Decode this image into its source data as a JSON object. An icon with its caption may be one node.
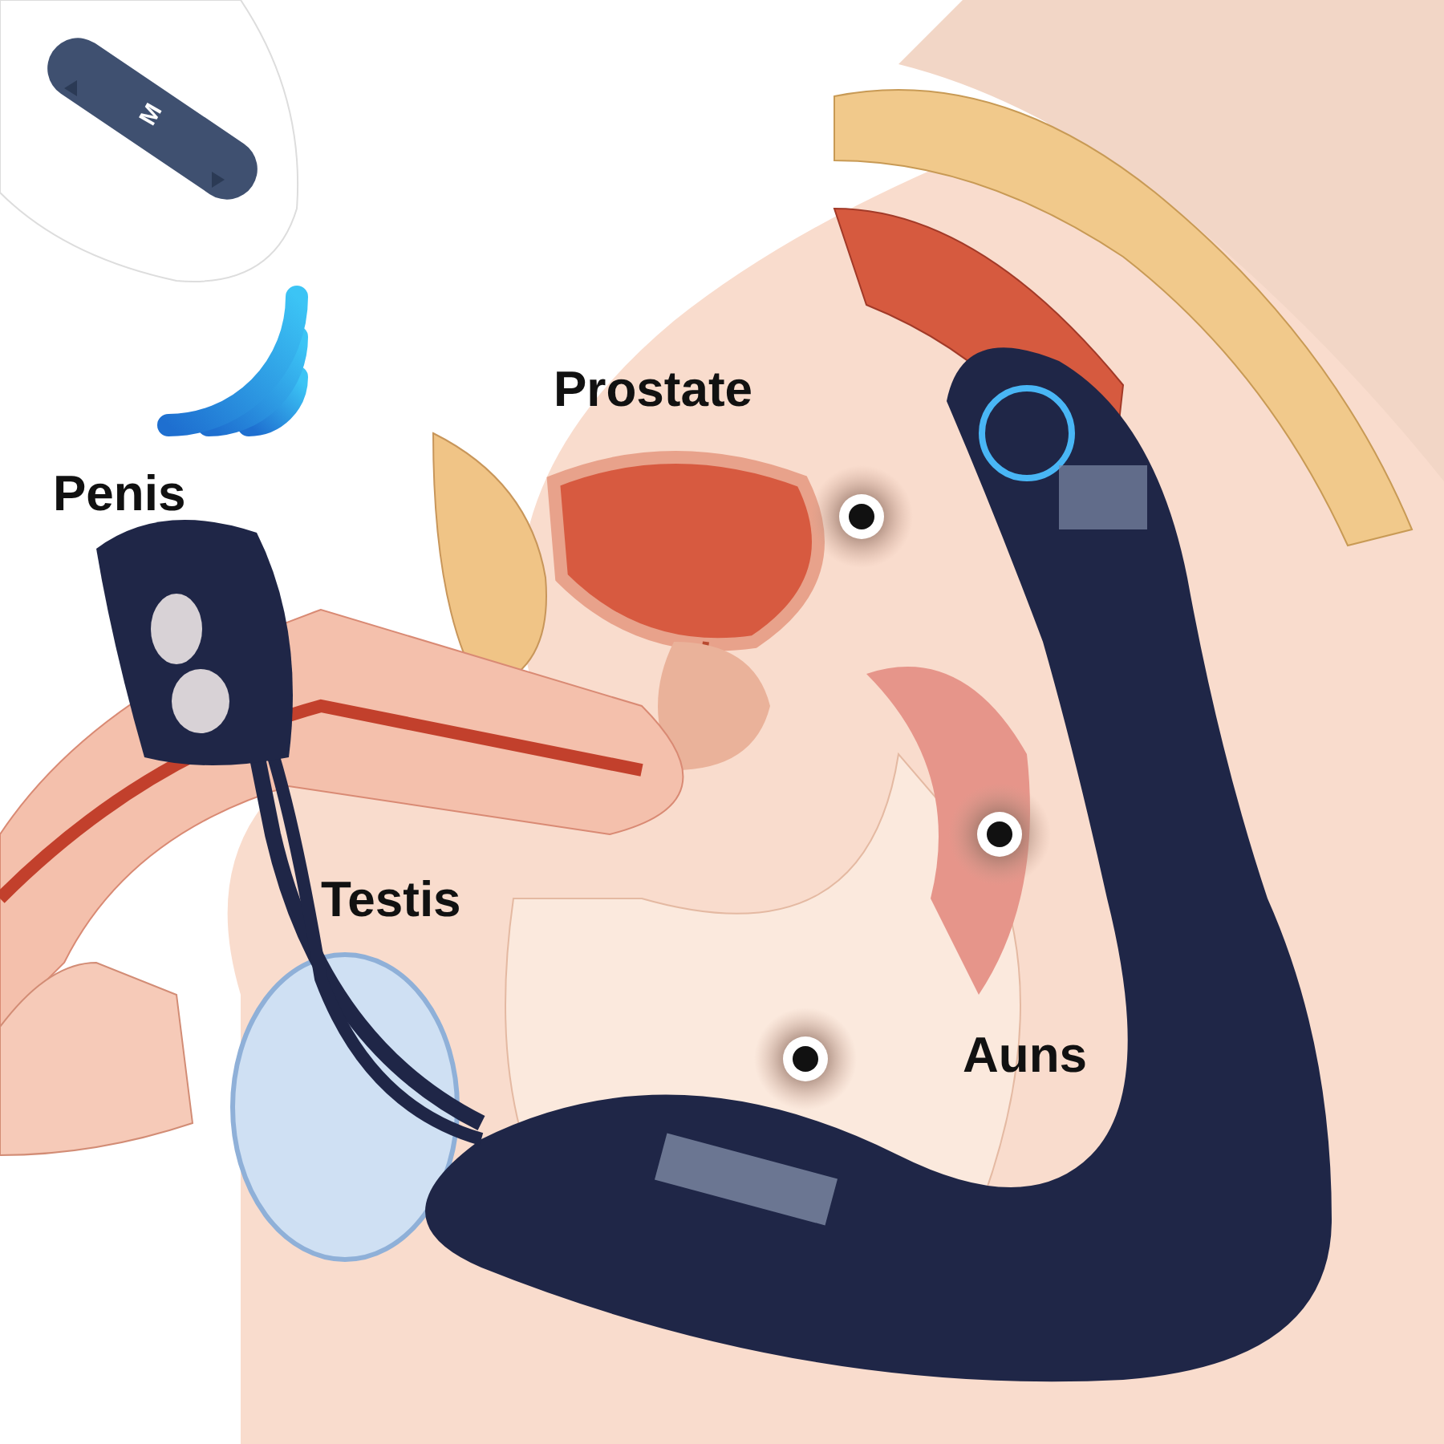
{
  "diagram": {
    "labels": [
      "M",
      "Penis",
      "Prostate",
      "Testis",
      "Auns"
    ]
  }
}
